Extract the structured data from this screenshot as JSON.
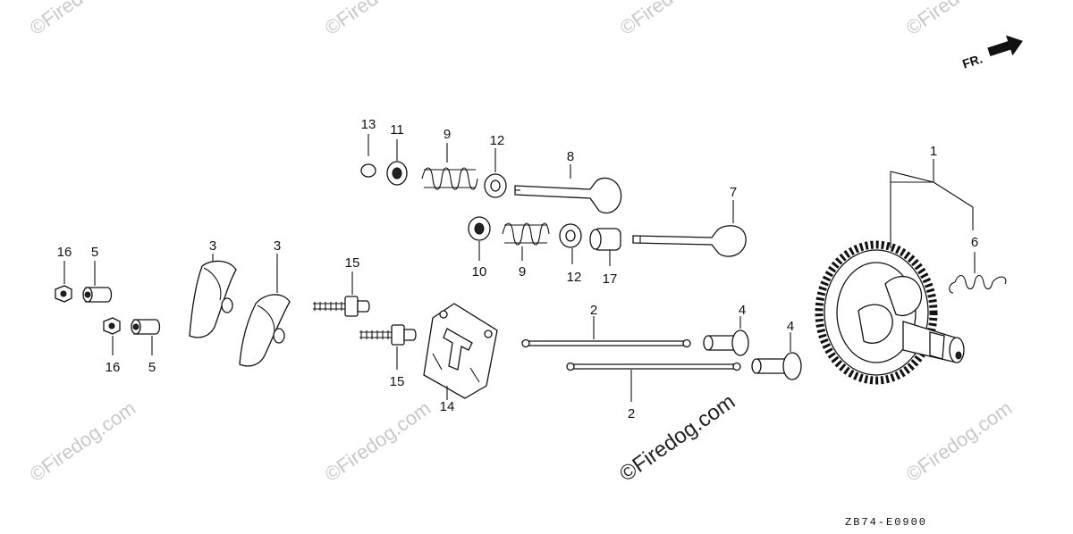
{
  "direction_label": "FR.",
  "drawing_code": "ZB74-E0900",
  "watermark_main": "©Firedog.com",
  "watermark_repeat": "©Firedog.com",
  "callouts": {
    "c1": "1",
    "c2a": "2",
    "c2b": "2",
    "c3a": "3",
    "c3b": "3",
    "c4a": "4",
    "c4b": "4",
    "c5a": "5",
    "c5b": "5",
    "c6": "6",
    "c7": "7",
    "c8": "8",
    "c9a": "9",
    "c9b": "9",
    "c10": "10",
    "c11": "11",
    "c12a": "12",
    "c12b": "12",
    "c13": "13",
    "c14": "14",
    "c15a": "15",
    "c15b": "15",
    "c16a": "16",
    "c16b": "16",
    "c17": "17"
  },
  "icons": {
    "direction_arrow": "arrow-right-icon"
  }
}
